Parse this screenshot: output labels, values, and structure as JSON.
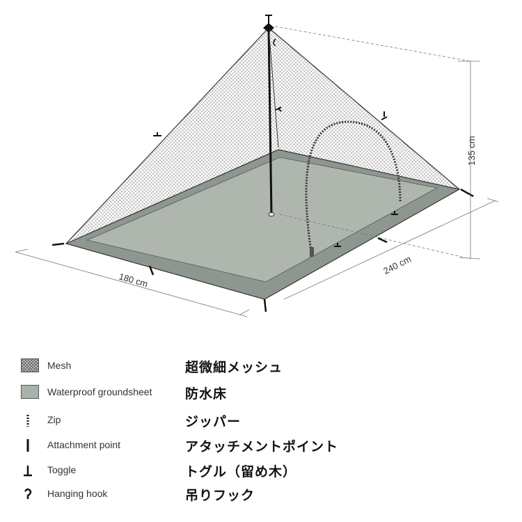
{
  "dimensions": {
    "width": "180 cm",
    "length": "240 cm",
    "height": "135 cm"
  },
  "legend": [
    {
      "symbol": "mesh-swatch",
      "en": "Mesh",
      "ja": "超微細メッシュ"
    },
    {
      "symbol": "groundsheet-swatch",
      "en": "Waterproof groundsheet",
      "ja": "防水床"
    },
    {
      "symbol": "zip-icon",
      "en": "Zip",
      "ja": "ジッパー"
    },
    {
      "symbol": "attachment-point-icon",
      "en": "Attachment point",
      "ja": "アタッチメントポイント"
    },
    {
      "symbol": "toggle-icon",
      "en": "Toggle",
      "ja": "トグル（留め木）"
    },
    {
      "symbol": "hanging-hook-icon",
      "en": "Hanging hook",
      "ja": "吊りフック"
    }
  ],
  "colors": {
    "groundsheet": "#a9b2aa",
    "groundsheet_border": "#8a948c",
    "mesh_line": "#6e6e6e",
    "outline": "#222222"
  }
}
